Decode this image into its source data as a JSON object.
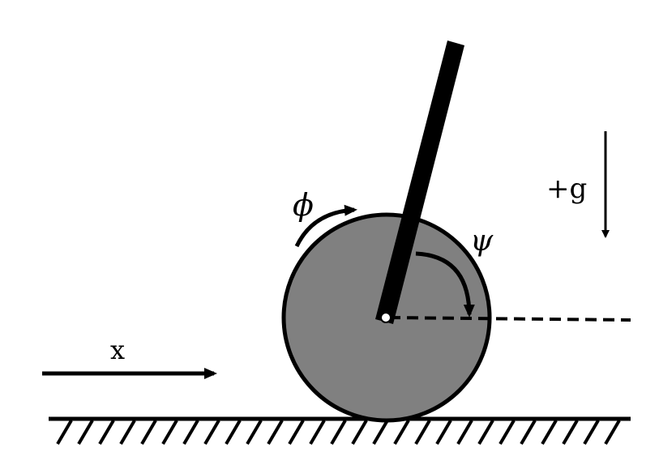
{
  "labels": {
    "x": "x",
    "gravity": "+g",
    "phi": "ϕ",
    "psi": "ψ"
  },
  "colors": {
    "wheel_fill": "#808080",
    "stroke": "#000000",
    "background": "#ffffff"
  }
}
